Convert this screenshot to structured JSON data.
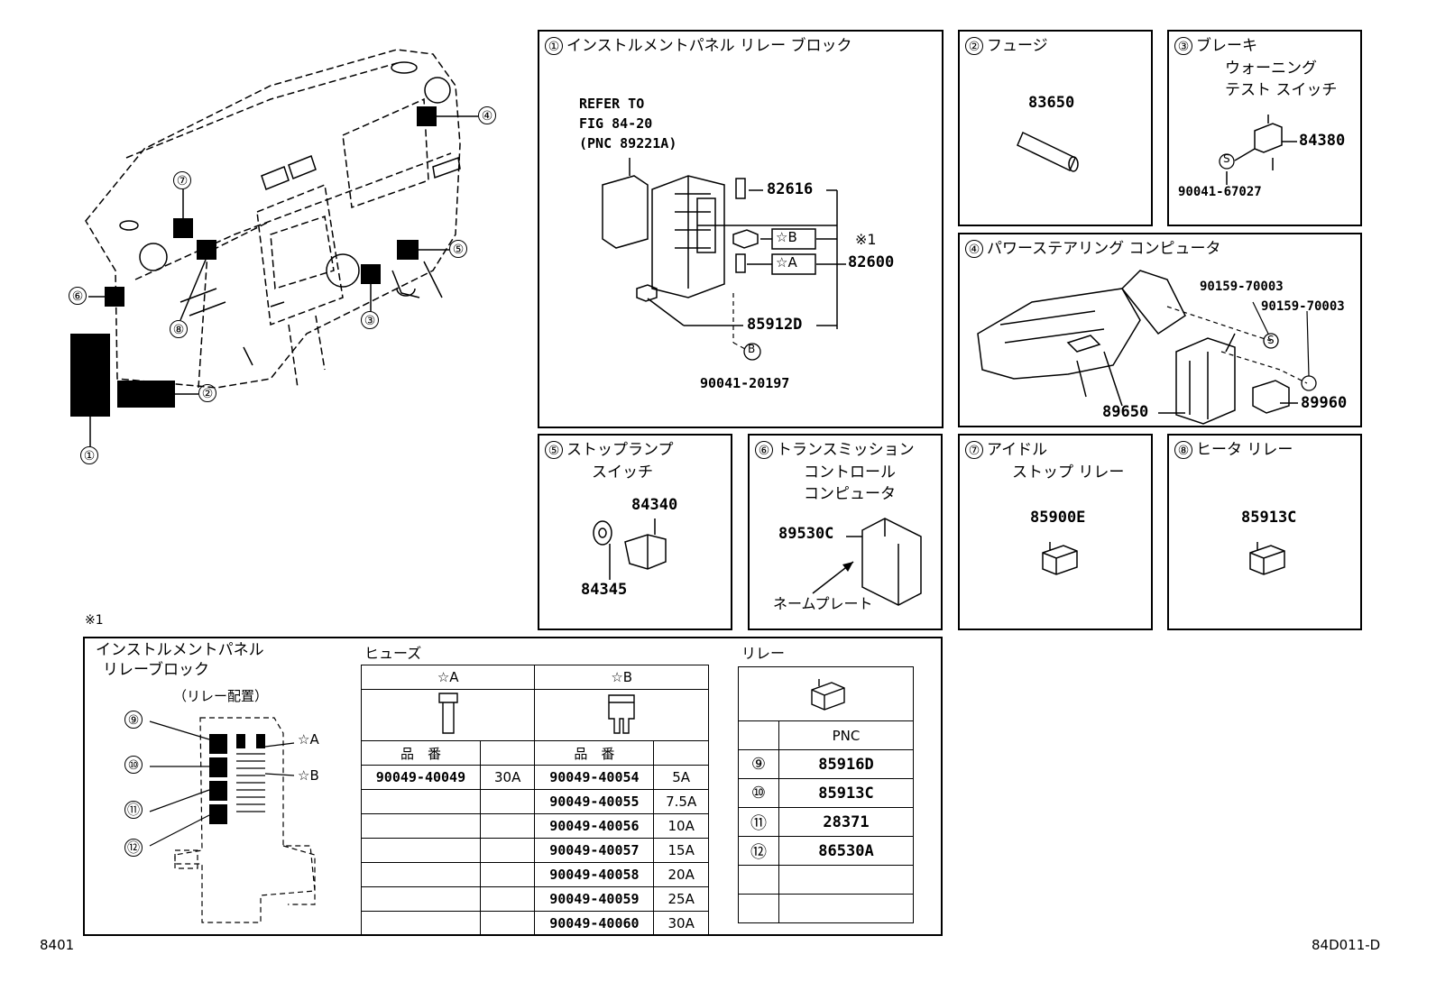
{
  "overview": {
    "callouts": [
      "①",
      "②",
      "③",
      "④",
      "⑤",
      "⑥",
      "⑦",
      "⑧"
    ]
  },
  "p1": {
    "num": "①",
    "title": "インストルメントパネル リレー ブロック",
    "refer": [
      "REFER TO",
      "FIG 84-20",
      "(PNC 89221A)"
    ],
    "parts": [
      "82616",
      "82600",
      "85912D",
      "90041-20197"
    ],
    "tag_b": "☆B",
    "tag_a": "☆A",
    "note": "※1",
    "s_mark": "B"
  },
  "p2": {
    "num": "②",
    "title": "フュージ",
    "part": "83650"
  },
  "p3": {
    "num": "③",
    "title": [
      "ブレーキ",
      "ウォーニング",
      "テスト スイッチ"
    ],
    "parts": [
      "84380",
      "90041-67027"
    ],
    "s_mark": "S"
  },
  "p4": {
    "num": "④",
    "title": "パワーステアリング コンピュータ",
    "parts": [
      "90159-70003",
      "90159-70003",
      "89650",
      "89960"
    ],
    "s_mark": "S"
  },
  "p5": {
    "num": "⑤",
    "title": [
      "ストップランプ",
      "スイッチ"
    ],
    "parts": [
      "84340",
      "84345"
    ]
  },
  "p6": {
    "num": "⑥",
    "title": [
      "トランスミッション",
      "コントロール",
      "コンピュータ"
    ],
    "parts": [
      "89530C"
    ],
    "label": "ネームプレート"
  },
  "p7": {
    "num": "⑦",
    "title": [
      "アイドル",
      "ストップ リレー"
    ],
    "part": "85900E"
  },
  "p8": {
    "num": "⑧",
    "title": "ヒータ リレー",
    "part": "85913C"
  },
  "bottom": {
    "note": "※1",
    "title": [
      "インストルメントパネル",
      "リレーブロック"
    ],
    "subtitle": "（リレー配置）",
    "callouts": [
      "⑨",
      "⑩",
      "⑪",
      "⑫"
    ],
    "star_a": "☆A",
    "star_b": "☆B",
    "fuse_title": "ヒューズ",
    "fuse_head_a": "☆A",
    "fuse_head_b": "☆B",
    "fuse_col": "品　番",
    "fuse_rows": [
      [
        "90049-40049",
        "30A",
        "90049-40054",
        "5A"
      ],
      [
        "",
        "",
        "90049-40055",
        "7.5A"
      ],
      [
        "",
        "",
        "90049-40056",
        "10A"
      ],
      [
        "",
        "",
        "90049-40057",
        "15A"
      ],
      [
        "",
        "",
        "90049-40058",
        "20A"
      ],
      [
        "",
        "",
        "90049-40059",
        "25A"
      ],
      [
        "",
        "",
        "90049-40060",
        "30A"
      ]
    ],
    "relay_title": "リレー",
    "relay_col": "PNC",
    "relay_rows": [
      [
        "⑨",
        "85916D"
      ],
      [
        "⑩",
        "85913C"
      ],
      [
        "⑪",
        "28371"
      ],
      [
        "⑫",
        "86530A"
      ],
      [
        "",
        ""
      ],
      [
        "",
        ""
      ]
    ]
  },
  "footer": {
    "left": "8401",
    "right": "84D011-D"
  }
}
